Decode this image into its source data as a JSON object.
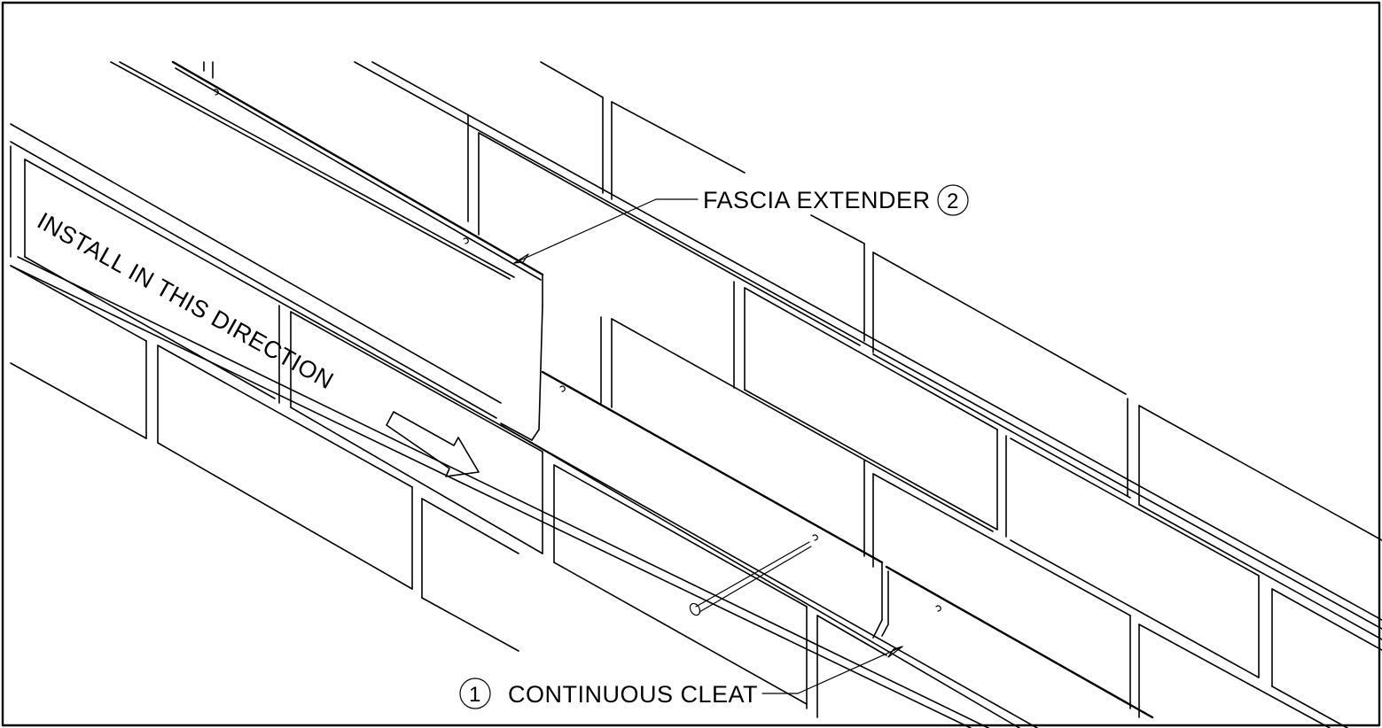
{
  "labels": {
    "install_direction": "INSTALL IN THIS DIRECTION",
    "fascia_extender": "FASCIA EXTENDER",
    "fascia_extender_number": "2",
    "continuous_cleat": "CONTINUOUS CLEAT",
    "continuous_cleat_number": "1"
  },
  "colors": {
    "line": "#000000",
    "background": "#ffffff"
  }
}
